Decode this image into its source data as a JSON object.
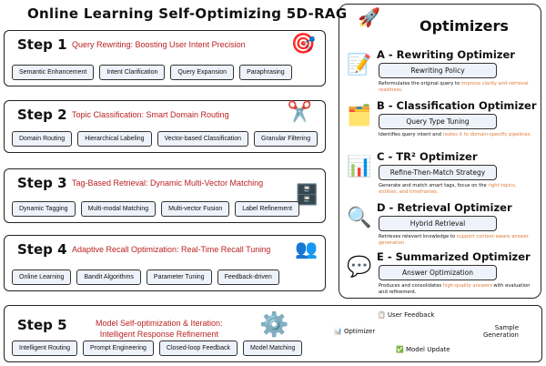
{
  "title": "Online Learning Self-Optimizing 5D-RAG",
  "steps": [
    {
      "label": "Step 1",
      "heading": "Query Rewriting: Boosting User Intent Precision",
      "chips": [
        "Semantic Enhancement",
        "Intent Clarification",
        "Query Expansion",
        "Paraphrasing"
      ]
    },
    {
      "label": "Step 2",
      "heading": "Topic Classification: Smart Domain Routing",
      "chips": [
        "Domain Routing",
        "Hierarchical Labeling",
        "Vector-based Classification",
        "Granular Filtering"
      ]
    },
    {
      "label": "Step 3",
      "heading": "Tag-Based Retrieval: Dynamic Multi-Vector Matching",
      "chips": [
        "Dynamic Tagging",
        "Multi-modal Matching",
        "Multi-vector Fusion",
        "Label Refinement"
      ]
    },
    {
      "label": "Step 4",
      "heading": "Adaptive Recall Optimization: Real-Time Recall Tuning",
      "chips": [
        "Online Learning",
        "Bandit Algorithms",
        "Parameter Tuning",
        "Feedback-driven"
      ]
    },
    {
      "label": "Step 5",
      "heading1": "Model Self-optimization & Iteration:",
      "heading2": "Intelligent Response Refinement",
      "chips": [
        "Intelligent Routing",
        "Prompt Engineering",
        "Closed-loop Feedback",
        "Model Matching"
      ]
    }
  ],
  "optimizers": {
    "title": "Optimizers",
    "items": [
      {
        "name": "A - Rewriting Optimizer",
        "box": "Rewriting Policy",
        "desc": "Reformulates the original query to ",
        "hl": "improve clarity and retrieval readiness."
      },
      {
        "name": "B - Classification Optimizer",
        "box": "Query Type Tuning",
        "desc": "Identifies query intent and ",
        "hl": "routes it to domain-specific pipelines."
      },
      {
        "name": "C - TR² Optimizer",
        "box": "Refine-Then-Match Strategy",
        "desc": "Generate and match smart tags, focus on the ",
        "hl": "right topics, entities, and timeframes."
      },
      {
        "name": "D - Retrieval Optimizer",
        "box": "Hybrid Retrieval",
        "desc": "Retrieves relevant knowledge to ",
        "hl": "support context-aware answer generation."
      },
      {
        "name": "E - Summarized Optimizer",
        "box": "Answer Optimization",
        "desc": "Produces and consolidates ",
        "hl": "high-quality answers",
        "desc2": " with evaluation and refinement."
      }
    ]
  },
  "cycle": {
    "optimizer": "Optimizer",
    "feedback": "User Feedback",
    "sample": "Sample Generation",
    "update": "Model Update"
  }
}
